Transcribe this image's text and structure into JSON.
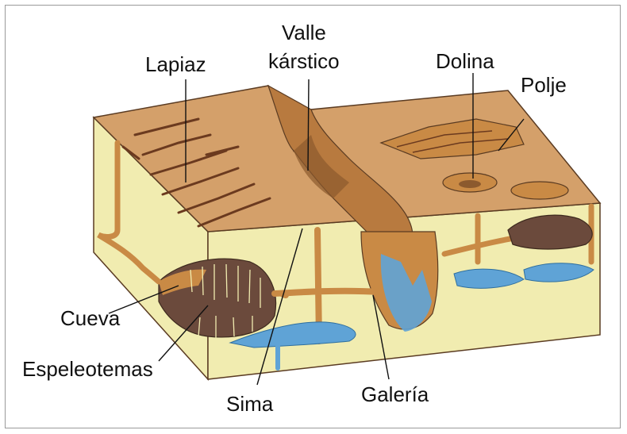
{
  "labels": {
    "lapiaz": "Lapiaz",
    "valle_line1": "Valle",
    "valle_line2": "kárstico",
    "dolina": "Dolina",
    "polje": "Polje",
    "cueva": "Cueva",
    "espeleotemas": "Espeleotemas",
    "sima": "Sima",
    "galeria": "Galería"
  },
  "colors": {
    "top_surface": "#d4a06a",
    "cross_section": "#f1ecb0",
    "cave_dark": "#6b4a3c",
    "cave_orange": "#c98a45",
    "water": "#5fa3d6",
    "outline": "#5a3b22",
    "label_text": "#111111"
  }
}
